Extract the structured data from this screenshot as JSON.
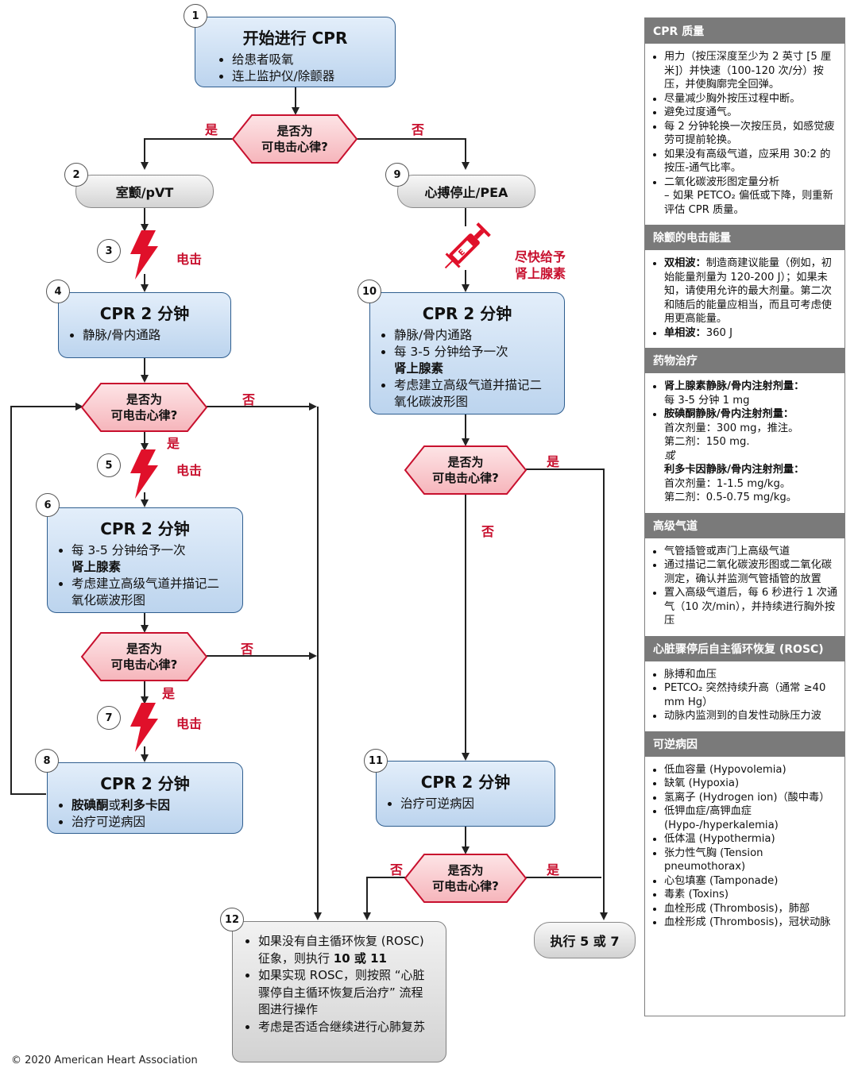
{
  "yes": "是",
  "no": "否",
  "decision": {
    "line1": "是否为",
    "line2": "可电击心律?"
  },
  "shock_label": "电击",
  "epi_label": {
    "line1": "尽快给予",
    "line2": "肾上腺素"
  },
  "box1": {
    "step": "1",
    "title": "开始进行 CPR",
    "items": [
      "给患者吸氧",
      "连上监护仪/除颤器"
    ]
  },
  "box2": {
    "step": "2",
    "title": "室颤/pVT"
  },
  "box3": {
    "step": "3"
  },
  "box4": {
    "step": "4",
    "title": "CPR 2 分钟",
    "items": [
      "静脉/骨内通路"
    ]
  },
  "box5": {
    "step": "5"
  },
  "box6": {
    "step": "6",
    "title": "CPR 2 分钟",
    "item1_a": "每 3-5 分钟给予一次",
    "item1_b": "肾上腺素",
    "item2": "考虑建立高级气道并描记二氧化碳波形图"
  },
  "box7": {
    "step": "7"
  },
  "box8": {
    "step": "8",
    "title": "CPR 2 分钟",
    "item1_a": "胺碘酮",
    "item1_b": "或",
    "item1_c": "利多卡因",
    "item2": "治疗可逆病因"
  },
  "box9": {
    "step": "9",
    "title": "心搏停止/PEA"
  },
  "box10": {
    "step": "10",
    "title": "CPR 2 分钟",
    "item1": "静脉/骨内通路",
    "item2_a": "每 3-5 分钟给予一次",
    "item2_b": "肾上腺素",
    "item3": "考虑建立高级气道并描记二氧化碳波形图"
  },
  "box11": {
    "step": "11",
    "title": "CPR 2 分钟",
    "items": [
      "治疗可逆病因"
    ]
  },
  "box12": {
    "step": "12",
    "item1_a": "如果没有自主循环恢复 (ROSC) 征象，则执行 ",
    "item1_b": "10 或 11",
    "item2": "如果实现 ROSC，则按照 “心脏骤停自主循环恢复后治疗” 流程图进行操作",
    "item3": "考虑是否适合继续进行心肺复苏"
  },
  "goto": "执行 5 或 7",
  "sidebar": {
    "quality": {
      "title": "CPR 质量",
      "items": [
        "用力（按压深度至少为 2 英寸 [5 厘米]）并快速（100-120 次/分）按压，并使胸廓完全回弹。",
        "尽量减少胸外按压过程中断。",
        "避免过度通气。",
        "每 2 分钟轮换一次按压员，如感觉疲劳可提前轮换。",
        "如果没有高级气道，应采用 30:2 的按压-通气比率。",
        "二氧化碳波形图定量分析"
      ],
      "subitem": "– 如果 PETCO₂ 偏低或下降，则重新评估 CPR 质量。"
    },
    "energy": {
      "title": "除颤的电击能量",
      "biphasic_label": "双相波：",
      "biphasic_text": "制造商建议能量（例如，初始能量剂量为 120-200 J）；如果未知，请使用允许的最大剂量。第二次和随后的能量应相当，而且可考虑使用更高能量。",
      "mono_label": "单相波：",
      "mono_text": "360 J"
    },
    "drugs": {
      "title": "药物治疗",
      "epi_label": "肾上腺素静脉/骨内注射剂量：",
      "epi_text": "每 3-5 分钟 1 mg",
      "amio_label": "胺碘酮静脉/骨内注射剂量：",
      "amio_text1": "首次剂量：300 mg，推注。",
      "amio_text2": "第二剂：150 mg.",
      "or": "或",
      "lido_label": "利多卡因静脉/骨内注射剂量：",
      "lido_text1": "首次剂量：1-1.5 mg/kg。",
      "lido_text2": "第二剂：0.5-0.75 mg/kg。"
    },
    "airway": {
      "title": "高级气道",
      "items": [
        "气管插管或声门上高级气道",
        "通过描记二氧化碳波形图或二氧化碳测定，确认并监测气管插管的放置",
        "置入高级气道后，每 6 秒进行 1 次通气（10 次/min），并持续进行胸外按压"
      ]
    },
    "rosc": {
      "title": "心脏骤停后自主循环恢复 (ROSC)",
      "items": [
        "脉搏和血压",
        "PETCO₂ 突然持续升高（通常 ≥40 mm Hg）",
        "动脉内监测到的自发性动脉压力波"
      ]
    },
    "causes": {
      "title": "可逆病因",
      "items": [
        "低血容量 (Hypovolemia)",
        "缺氧 (Hypoxia)",
        "氢离子 (Hydrogen ion)（酸中毒）",
        "低钾血症/高钾血症 (Hypo-/hyperkalemia)",
        "低体温 (Hypothermia)",
        "张力性气胸 (Tension pneumothorax)",
        "心包填塞 (Tamponade)",
        "毒素 (Toxins)",
        "血栓形成 (Thrombosis)，肺部",
        "血栓形成 (Thrombosis)，冠状动脉"
      ]
    }
  },
  "copyright": "© 2020 American Heart Association",
  "colors": {
    "accent_red": "#c8102e",
    "box_blue": "#bcd4ee",
    "border_blue": "#2f5e8f",
    "sidebar_header": "#7a7a7a"
  }
}
